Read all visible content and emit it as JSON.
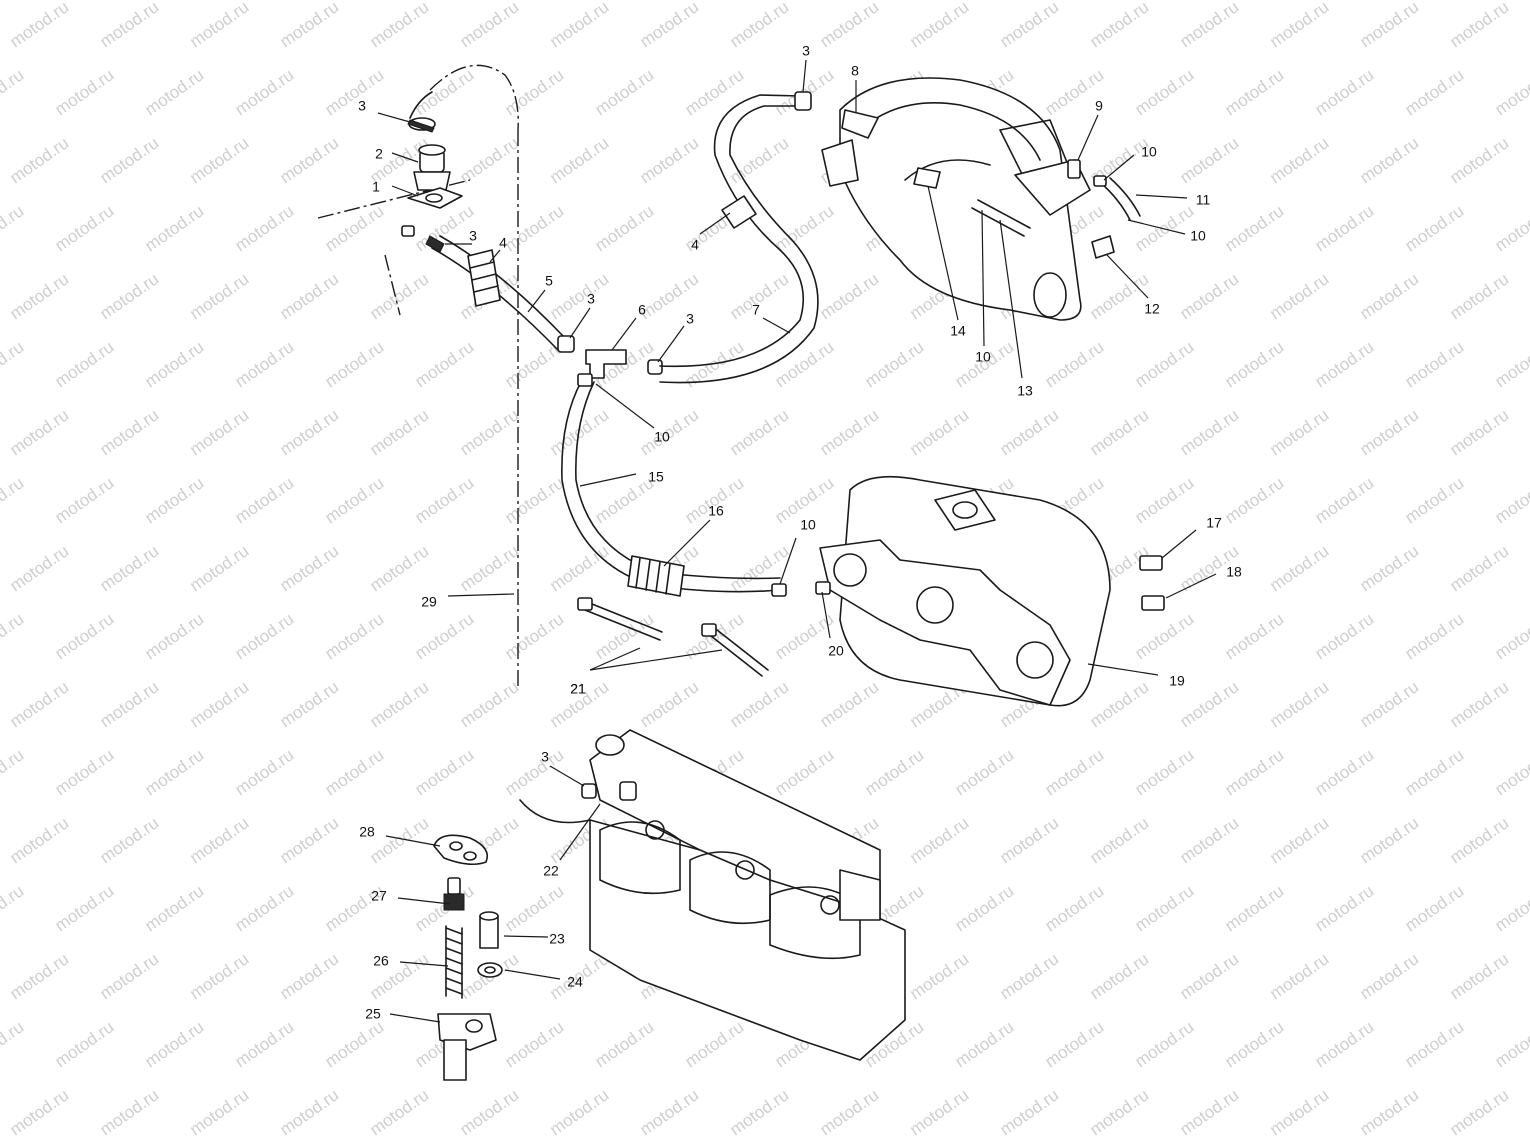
{
  "watermark": "motod.ru",
  "colors": {
    "line": "#1a1a1a",
    "background": "#ffffff",
    "watermark": "#cfcfcf"
  },
  "callouts": [
    "1",
    "2",
    "3",
    "4",
    "5",
    "6",
    "7",
    "8",
    "9",
    "10",
    "11",
    "12",
    "13",
    "14",
    "15",
    "16",
    "17",
    "18",
    "19",
    "20",
    "21",
    "22",
    "23",
    "24",
    "25",
    "26",
    "27",
    "28",
    "29"
  ]
}
